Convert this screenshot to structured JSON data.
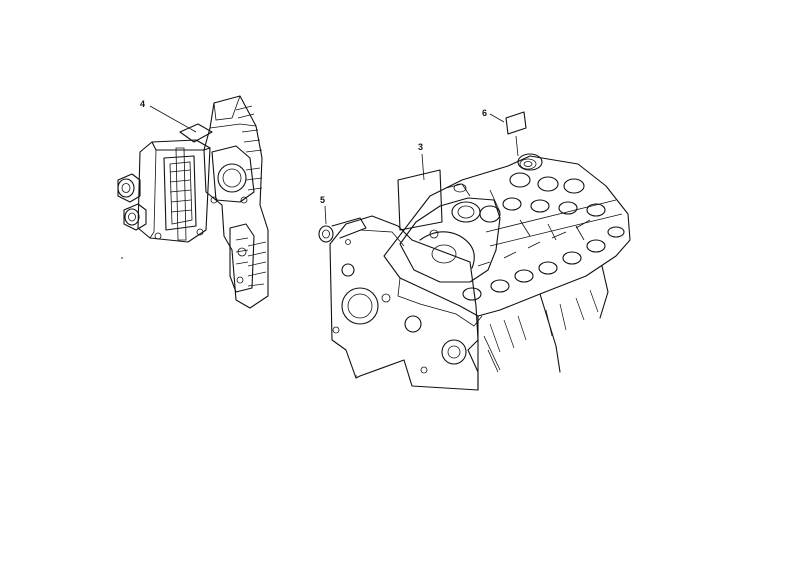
{
  "figure": {
    "background": "#ffffff",
    "line_color": "#111111"
  },
  "callouts": [
    {
      "id": "4",
      "label": "4"
    },
    {
      "id": "6",
      "label": "6"
    },
    {
      "id": "3",
      "label": "3"
    },
    {
      "id": "5",
      "label": "5"
    }
  ]
}
